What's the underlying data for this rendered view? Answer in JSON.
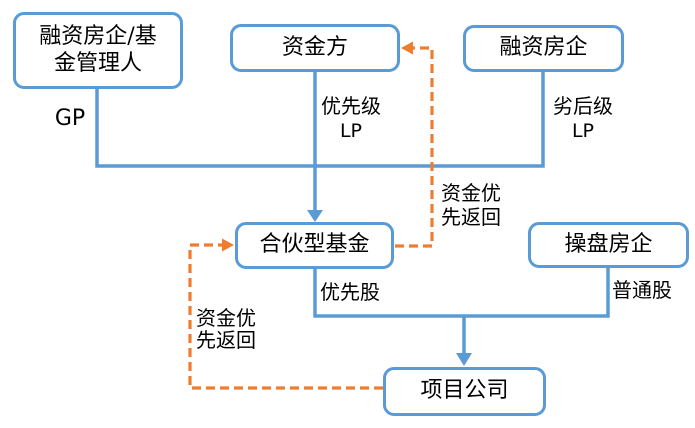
{
  "diagram": {
    "boxes": {
      "funder_gp": {
        "line1": "融资房企/基",
        "line2": "金管理人"
      },
      "capital": {
        "text": "资金方"
      },
      "funder_junior": {
        "text": "融资房企"
      },
      "fund": {
        "text": "合伙型基金"
      },
      "operator": {
        "text": "操盘房企"
      },
      "project": {
        "text": "项目公司"
      }
    },
    "edge_labels": {
      "gp": "GP",
      "senior_lp": {
        "line1": "优先级",
        "line2": "LP"
      },
      "junior_lp": {
        "line1": "劣后级",
        "line2": "LP"
      },
      "capital_return_top": {
        "line1": "资金优",
        "line2": "先返回"
      },
      "capital_return_bottom": {
        "line1": "资金优",
        "line2": "先返回"
      },
      "preferred_shares": "优先股",
      "common_shares": "普通股"
    },
    "colors": {
      "shape_blue": "#5B9BD5",
      "dashed_orange": "#ED7D31",
      "text": "#000000",
      "background": "#FFFFFF"
    }
  }
}
